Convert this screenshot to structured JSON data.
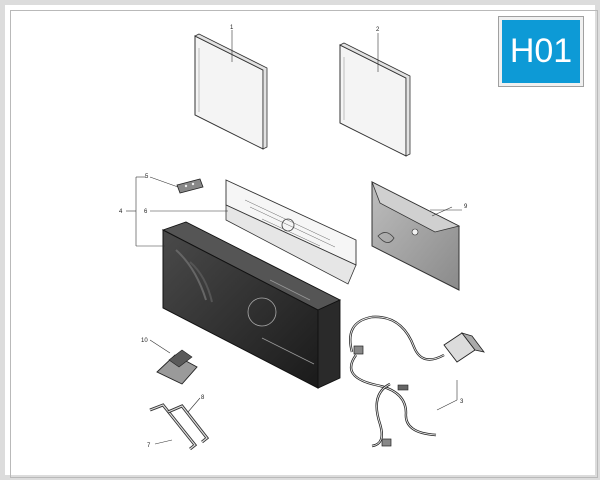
{
  "badge": {
    "code": "H01",
    "color": "#0d9ad6"
  },
  "callouts": [
    {
      "id": "c1",
      "text": "1"
    },
    {
      "id": "c2",
      "text": "2"
    },
    {
      "id": "c3",
      "text": "3"
    },
    {
      "id": "c4",
      "text": "4"
    },
    {
      "id": "c5",
      "text": "5"
    },
    {
      "id": "c6",
      "text": "6"
    },
    {
      "id": "c7",
      "text": "7"
    },
    {
      "id": "c8",
      "text": "8"
    },
    {
      "id": "c9",
      "text": "9"
    },
    {
      "id": "c10",
      "text": "10"
    }
  ]
}
